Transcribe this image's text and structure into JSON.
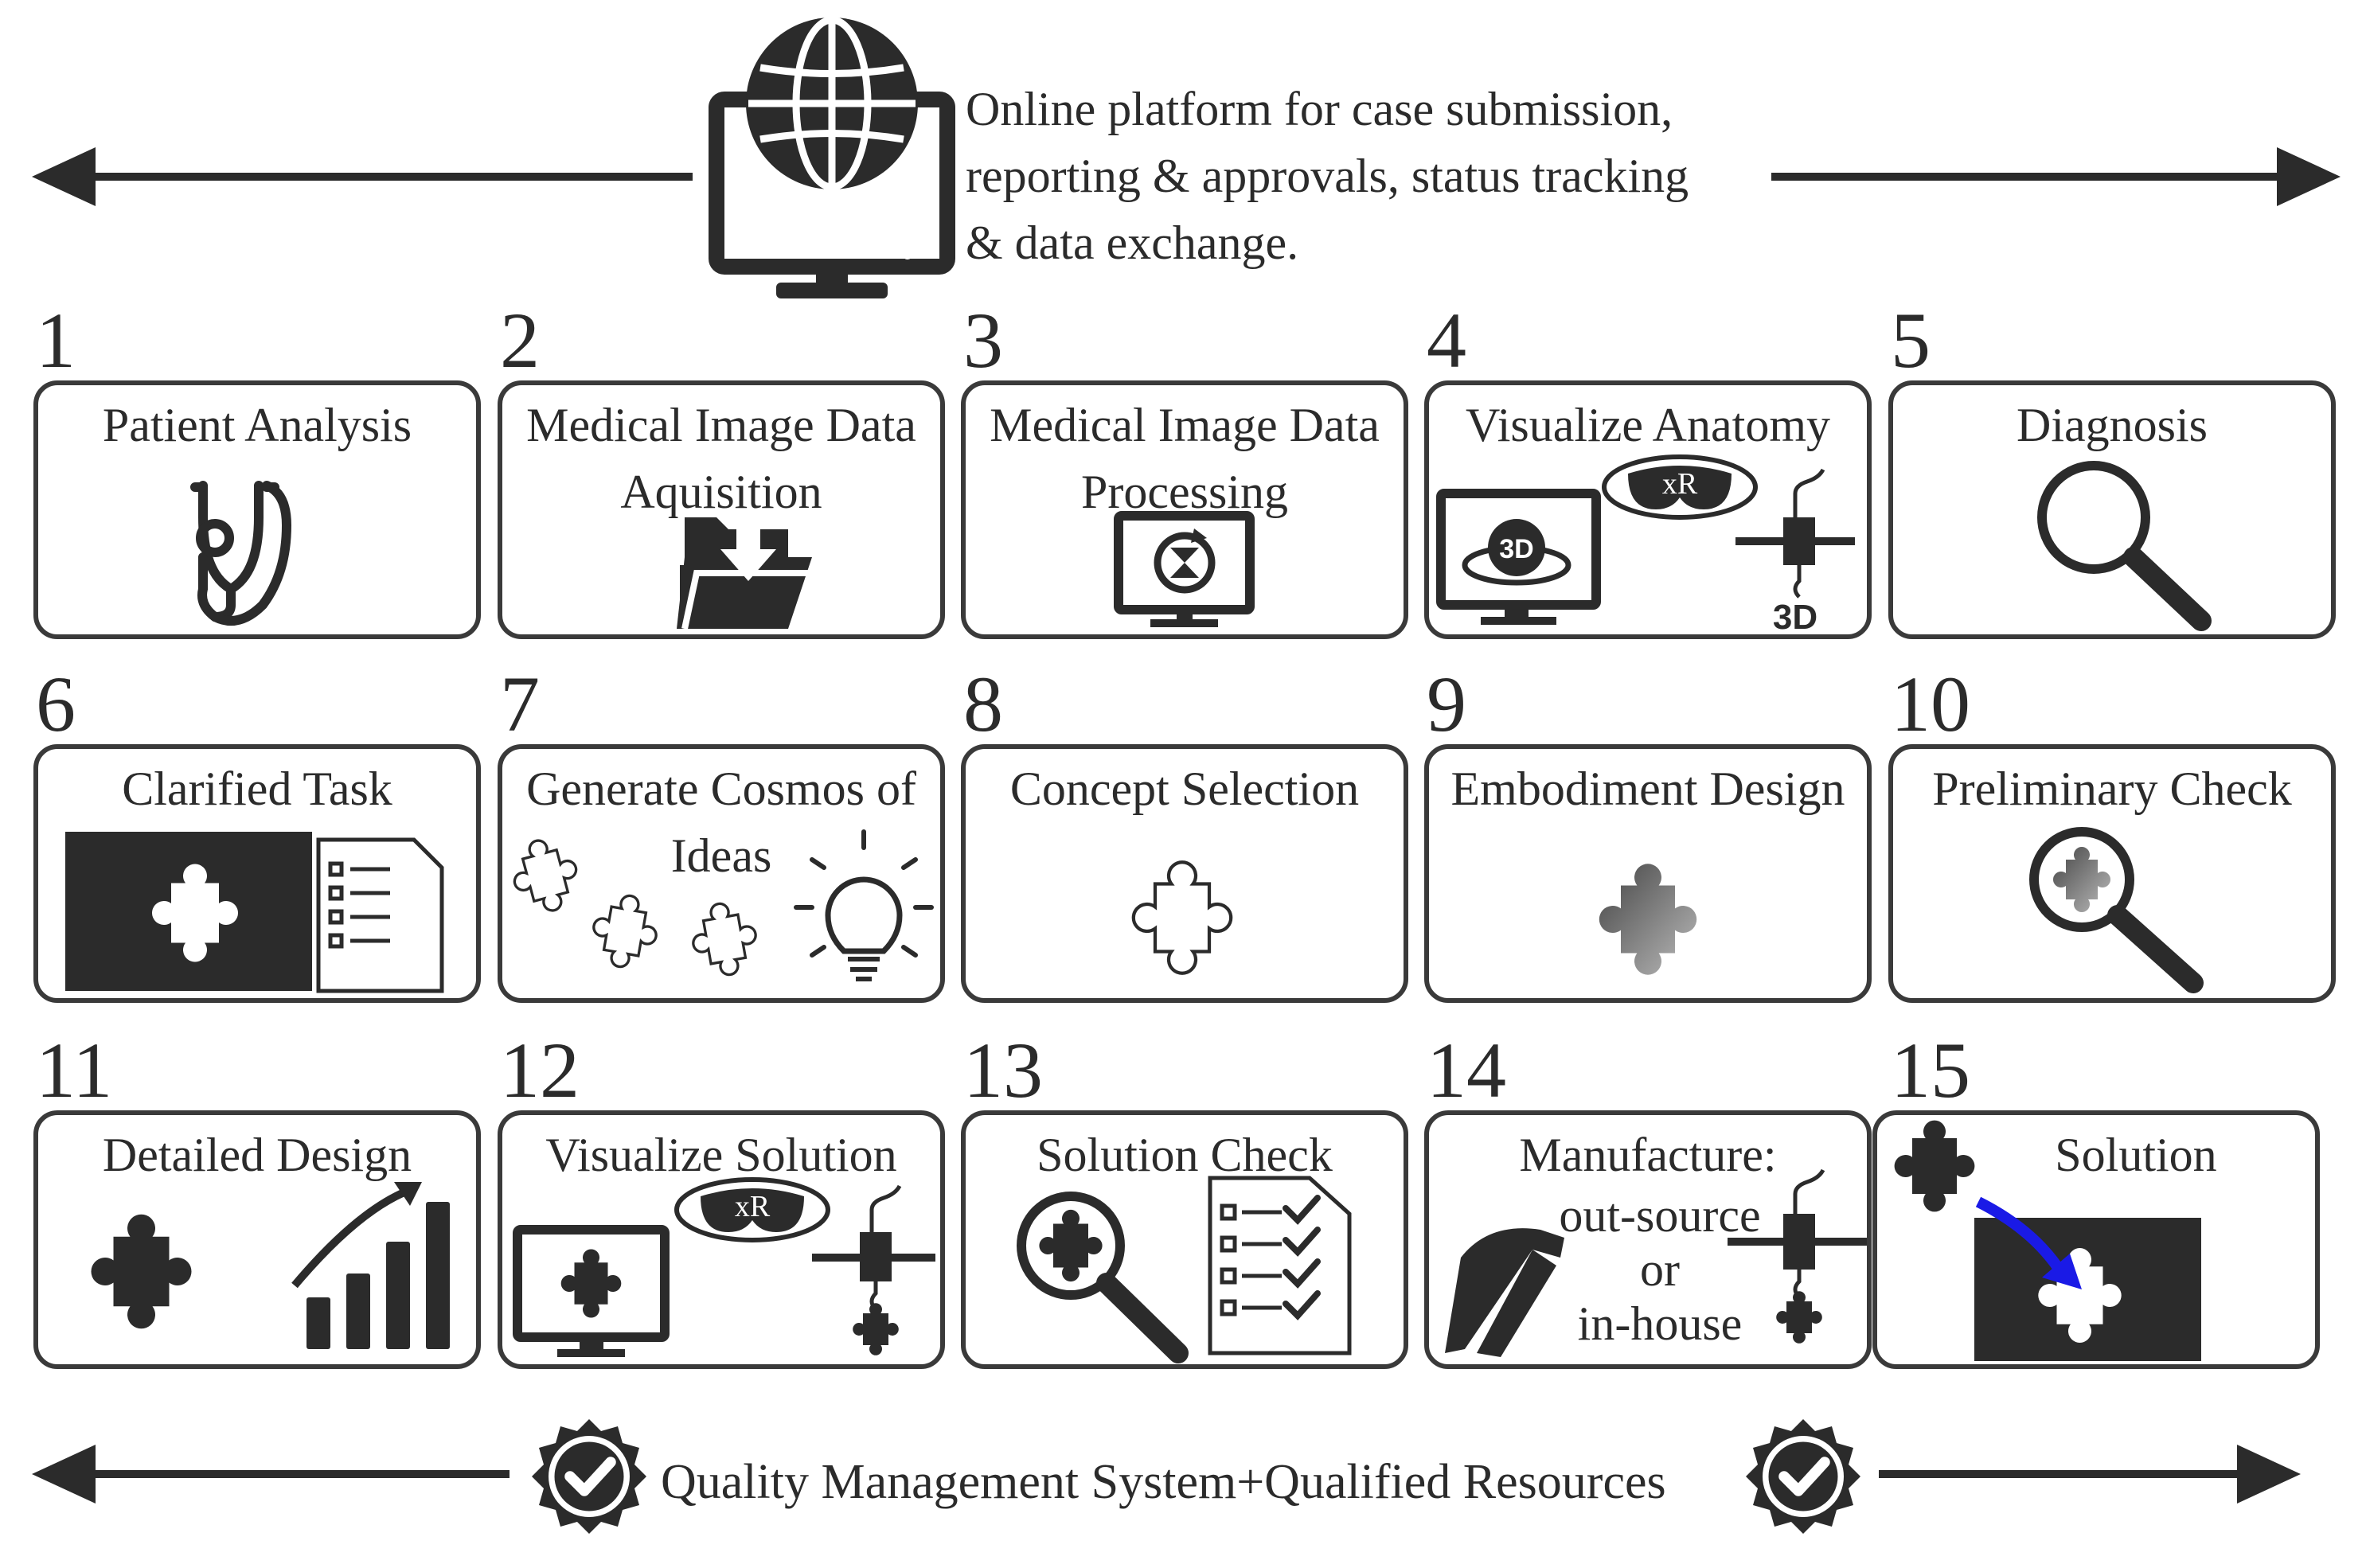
{
  "platform": {
    "lines": [
      "Online platform for case submission,",
      "reporting & approvals, status tracking",
      "& data exchange."
    ],
    "icon": "computer-monitor-globe-icon"
  },
  "steps": [
    {
      "num": "1",
      "title": "Patient Analysis",
      "icon": "stethoscope-icon"
    },
    {
      "num": "2",
      "title": "Medical Image Data Aquisition",
      "icon": "folder-download-icon"
    },
    {
      "num": "3",
      "title": "Medical Image Data Processing",
      "icon": "monitor-hourglass-icon"
    },
    {
      "num": "4",
      "title": "Visualize Anatomy",
      "icon": "3d-monitor-xr-printer-icon",
      "badges": [
        "3D",
        "xR",
        "3D"
      ]
    },
    {
      "num": "5",
      "title": "Diagnosis",
      "icon": "magnifier-icon"
    },
    {
      "num": "6",
      "title": "Clarified Task",
      "icon": "puzzle-checklist-icon"
    },
    {
      "num": "7",
      "title": "Generate Cosmos of Ideas",
      "icon": "puzzle-lightbulb-icon"
    },
    {
      "num": "8",
      "title": "Concept Selection",
      "icon": "puzzle-outline-icon"
    },
    {
      "num": "9",
      "title": "Embodiment Design",
      "icon": "puzzle-gradient-icon"
    },
    {
      "num": "10",
      "title": "Preliminary Check",
      "icon": "magnifier-puzzle-icon"
    },
    {
      "num": "11",
      "title": "Detailed Design",
      "icon": "puzzle-growth-chart-icon"
    },
    {
      "num": "12",
      "title": "Visualize Solution",
      "icon": "monitor-xr-printer-icon",
      "badges": [
        "xR"
      ]
    },
    {
      "num": "13",
      "title": "Solution Check",
      "icon": "magnifier-checklist-icon"
    },
    {
      "num": "14",
      "title": "Manufacture:",
      "icon": "hammer-printer-icon",
      "sub_lines": [
        "out-source",
        "or",
        "in-house"
      ]
    },
    {
      "num": "15",
      "title": "Solution",
      "icon": "puzzle-solution-icon"
    }
  ],
  "quality": {
    "text": "Quality Management System+Qualified Resources",
    "icon": "quality-check-badge-icon"
  },
  "colors": {
    "dark": "#2b2b2b",
    "border": "#3a3a3a",
    "accent_blue": "#1a1ae6"
  }
}
